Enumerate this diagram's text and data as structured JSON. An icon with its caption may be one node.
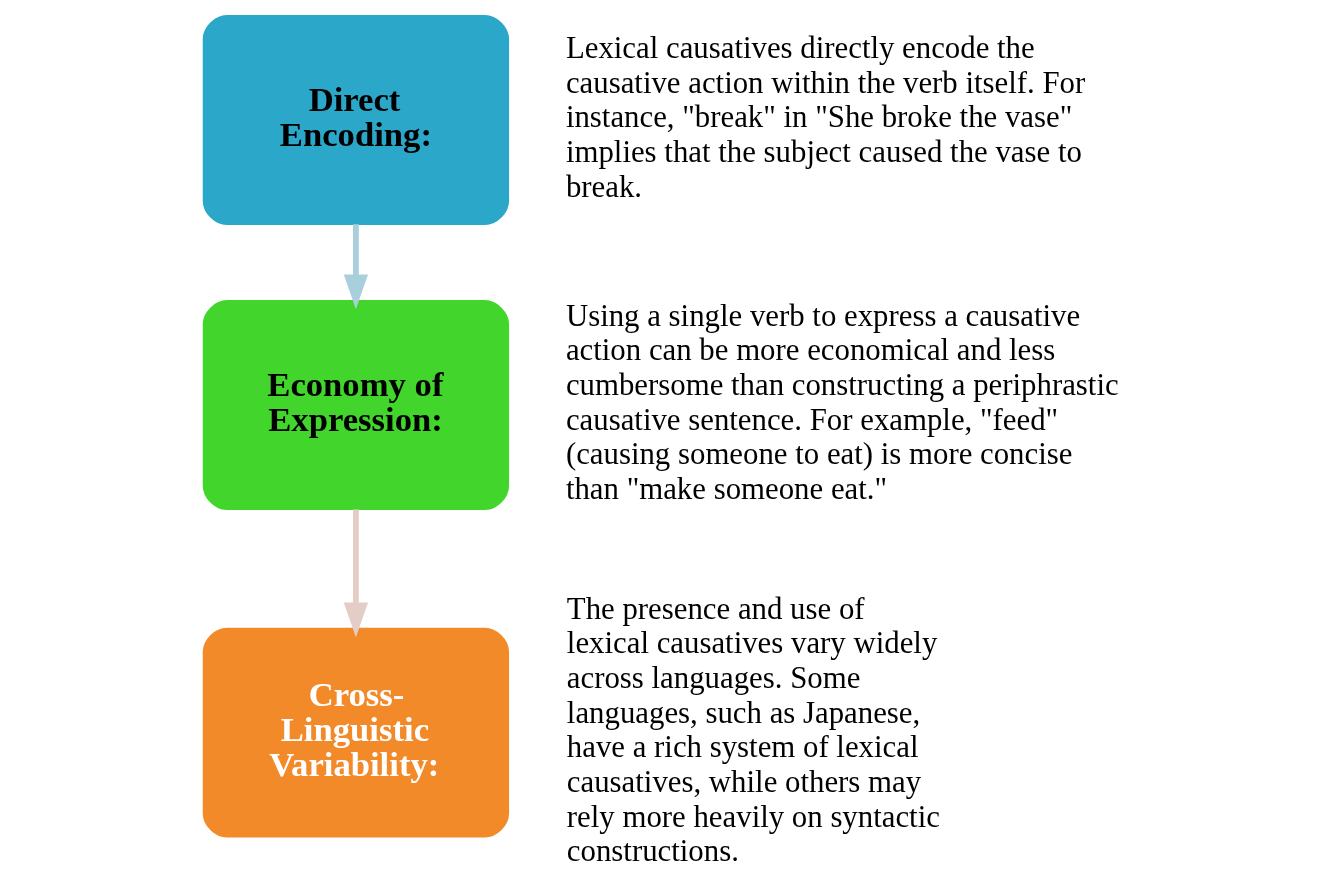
{
  "diagram": {
    "nodes": [
      {
        "text": [
          "Direct Encoding:"
        ],
        "beside": [
          "Lexical causatives directly encode the causative action within the verb itself. For instance, \"break\" in \"She broke the vase\" implies that the subject caused the vase to break."
        ]
      },
      {
        "text": [
          "Economy of Expression:"
        ],
        "beside": [
          "Using a single verb to express a causative action can be more economical and less cumbersome than constructing a periphrastic causative sentence. For example, \"feed\" (causing someone to eat) is more concise than \"make someone eat.\""
        ]
      },
      {
        "text": [
          "Cross-Linguistic Variability:"
        ],
        "beside": [
          "The presence and use of lexical causatives vary widely across languages. Some languages, such as Japanese, have a rich system of lexical causatives, while others may rely more heavily on syntactic constructions."
        ]
      }
    ],
    "edges": [
      {
        "from": 0,
        "to": 1,
        "arrow": "to",
        "color": "#a9cfdc"
      },
      {
        "from": 1,
        "to": 2,
        "arrow": "to",
        "color": "#e3cdc6"
      }
    ]
  }
}
